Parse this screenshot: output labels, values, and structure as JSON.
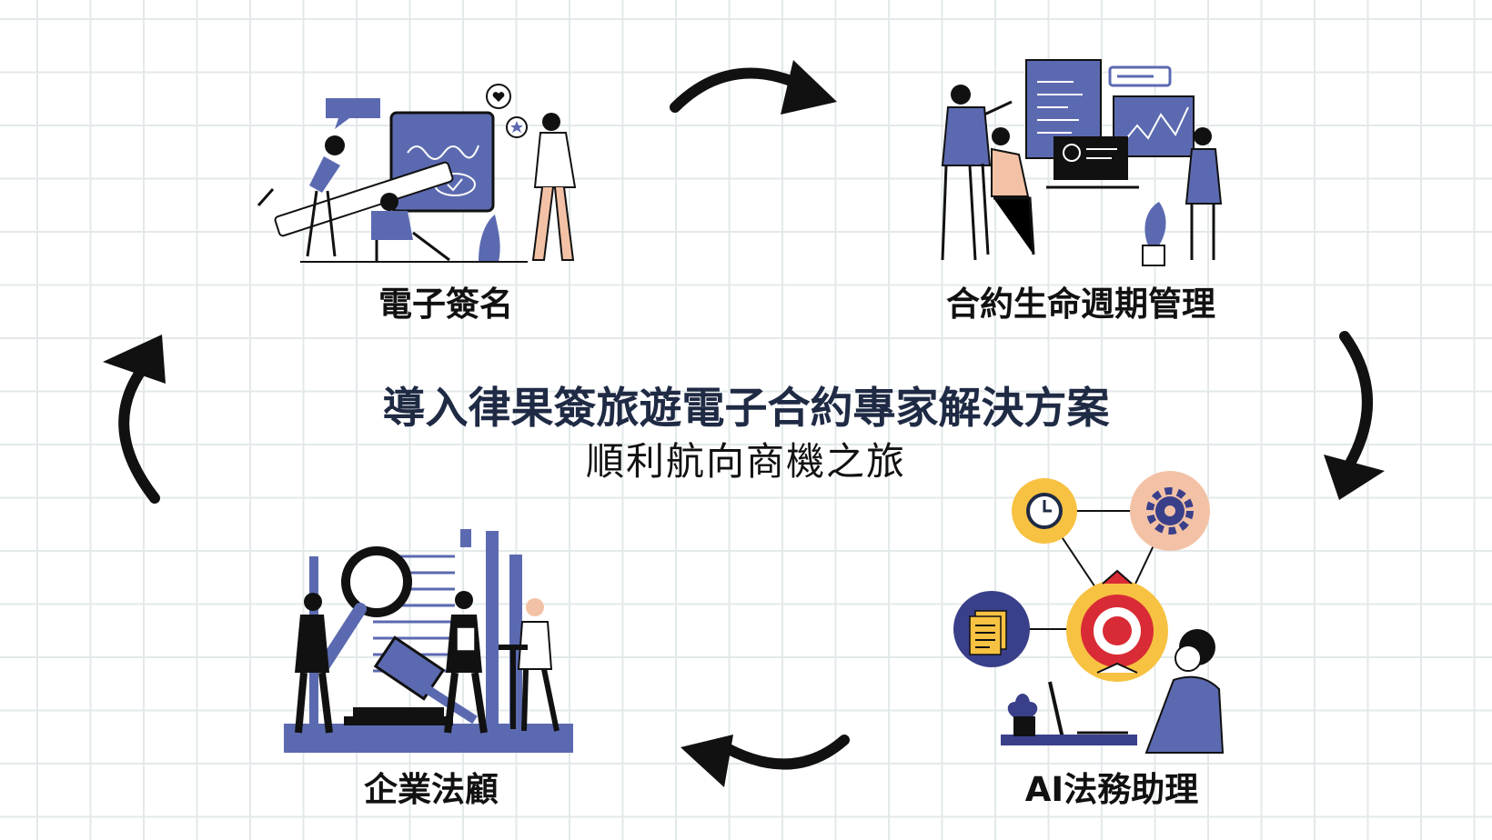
{
  "title": "導入律果簽旅遊電子合約專家解決方案",
  "subtitle": "順利航向商機之旅",
  "steps": [
    {
      "label": "電子簽名"
    },
    {
      "label": "合約生命週期管理"
    },
    {
      "label": "AI法務助理"
    },
    {
      "label": "企業法顧"
    }
  ],
  "colors": {
    "accent": "#5b6ab0",
    "dark": "#111111",
    "title": "#1f2a44",
    "grid": "#e3e9ea",
    "peach": "#f3c2a6",
    "yellow": "#f7c242",
    "red": "#d92b35"
  },
  "icons": [
    "arrow-right-icon",
    "arrow-down-icon",
    "arrow-left-icon",
    "arrow-up-icon",
    "clock-icon",
    "gear-icon",
    "document-icon",
    "target-icon"
  ]
}
